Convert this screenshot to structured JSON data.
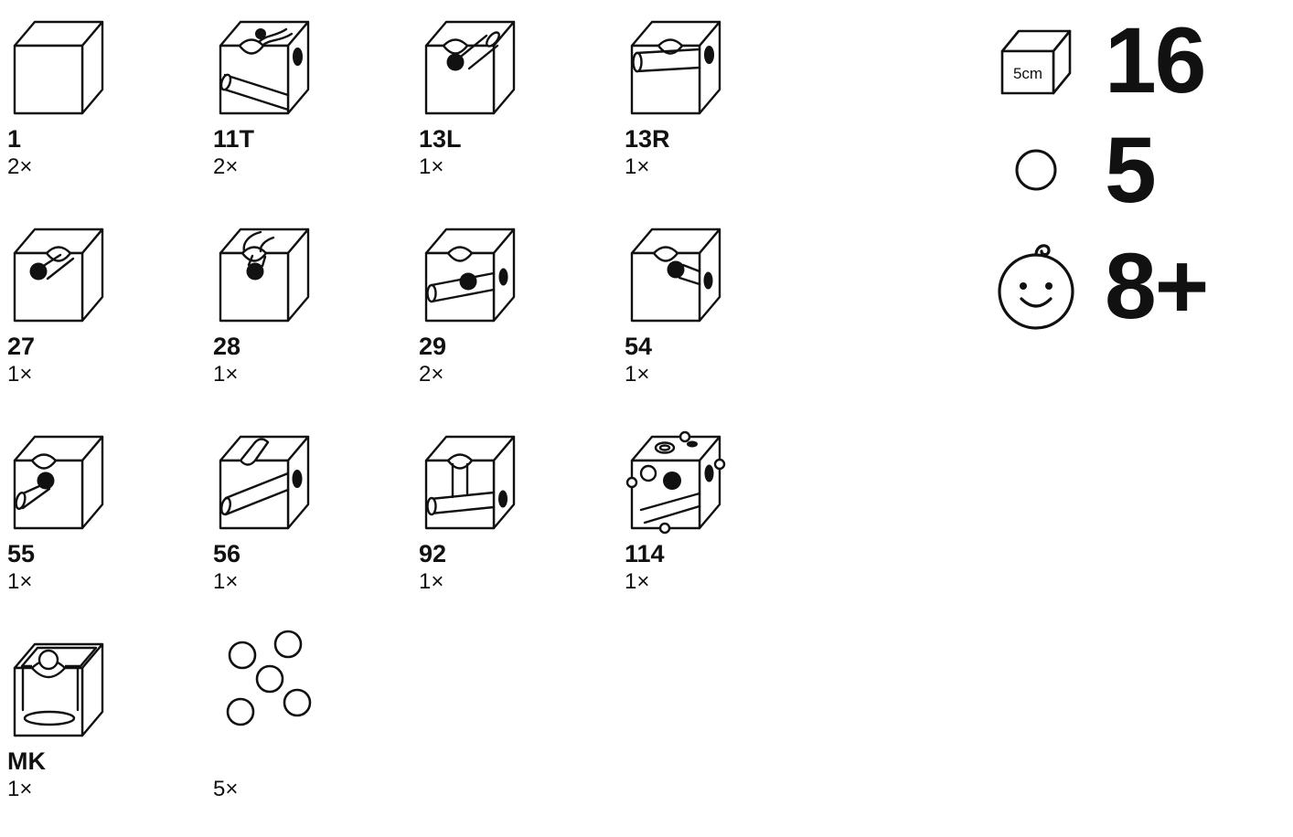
{
  "parts": [
    {
      "id": "1",
      "qty": "2×",
      "icon": "cube-block-1-icon"
    },
    {
      "id": "11T",
      "qty": "2×",
      "icon": "cube-block-11T-icon"
    },
    {
      "id": "13L",
      "qty": "1×",
      "icon": "cube-block-13L-icon"
    },
    {
      "id": "13R",
      "qty": "1×",
      "icon": "cube-block-13R-icon"
    },
    {
      "id": "27",
      "qty": "1×",
      "icon": "cube-block-27-icon"
    },
    {
      "id": "28",
      "qty": "1×",
      "icon": "cube-block-28-icon"
    },
    {
      "id": "29",
      "qty": "2×",
      "icon": "cube-block-29-icon"
    },
    {
      "id": "54",
      "qty": "1×",
      "icon": "cube-block-54-icon"
    },
    {
      "id": "55",
      "qty": "1×",
      "icon": "cube-block-55-icon"
    },
    {
      "id": "56",
      "qty": "1×",
      "icon": "cube-block-56-icon"
    },
    {
      "id": "92",
      "qty": "1×",
      "icon": "cube-block-92-icon"
    },
    {
      "id": "114",
      "qty": "1×",
      "icon": "cube-block-114-icon"
    },
    {
      "id": "MK",
      "qty": "1×",
      "icon": "cube-block-MK-icon"
    }
  ],
  "marbles": {
    "qty": "5×",
    "icon": "marbles-icon"
  },
  "summary": {
    "cube_size_label": "5cm",
    "cube_count": "16",
    "marble_count": "5",
    "age_rating": "8+",
    "icons": [
      "cube-size-icon",
      "marble-icon",
      "baby-face-icon"
    ]
  },
  "colors": {
    "line": "#111111",
    "background": "#ffffff"
  }
}
